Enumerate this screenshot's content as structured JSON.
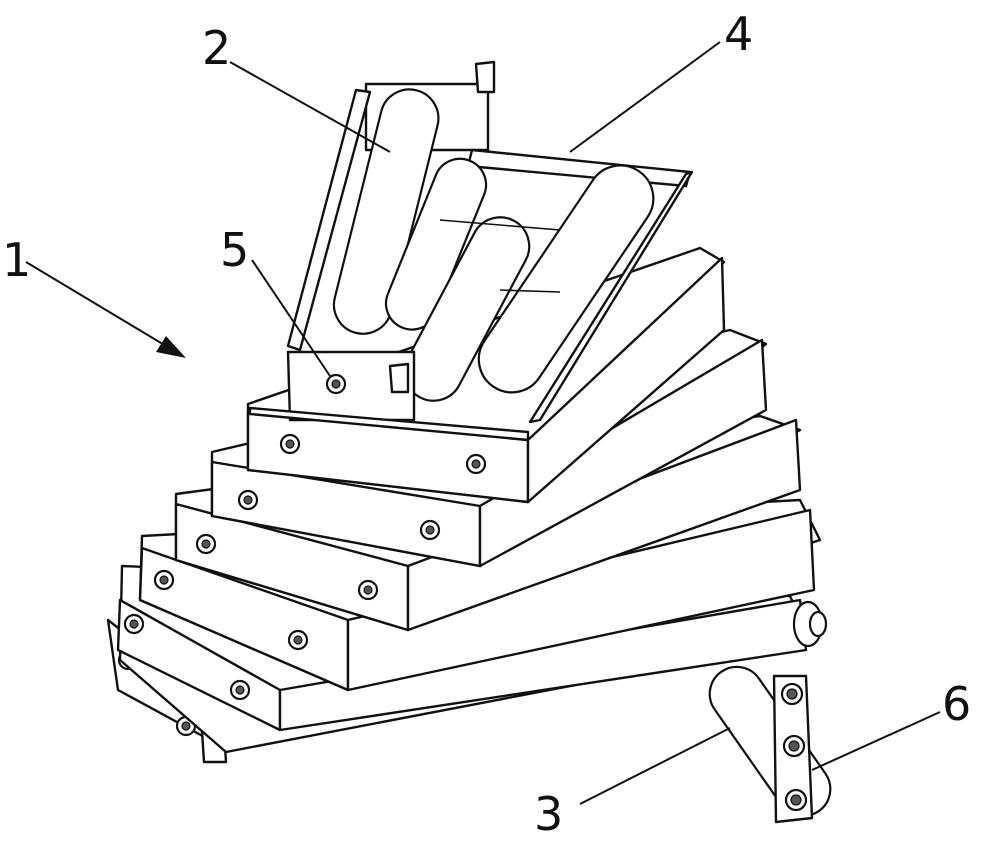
{
  "figure": {
    "labels": [
      {
        "id": "label-1",
        "text": "1"
      },
      {
        "id": "label-2",
        "text": "2"
      },
      {
        "id": "label-3",
        "text": "3"
      },
      {
        "id": "label-4",
        "text": "4"
      },
      {
        "id": "label-5",
        "text": "5"
      },
      {
        "id": "label-6",
        "text": "6"
      }
    ]
  }
}
